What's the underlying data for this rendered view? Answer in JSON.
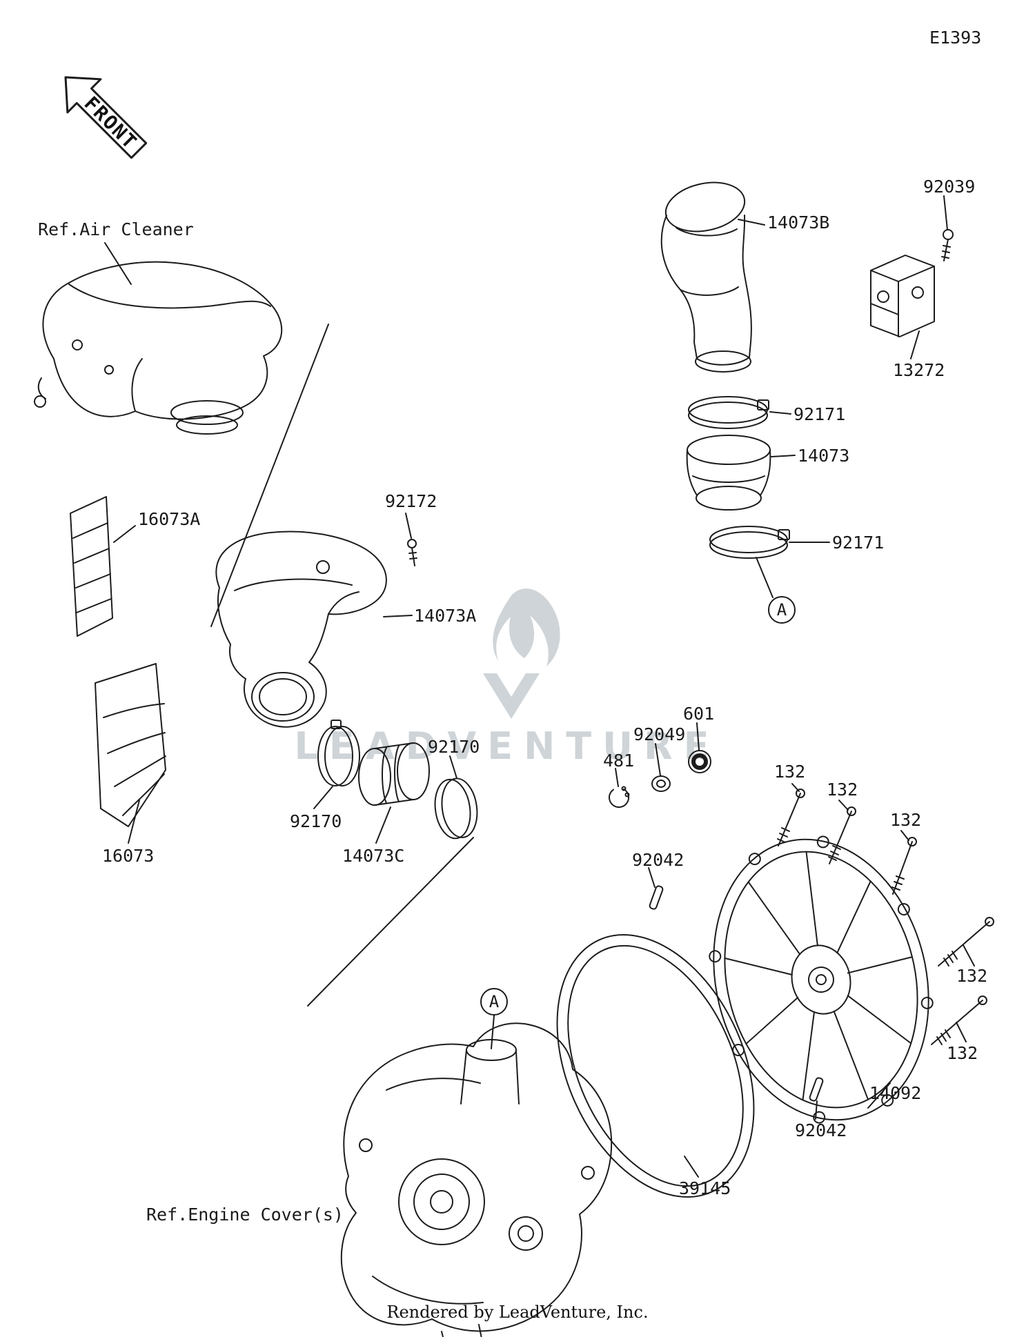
{
  "page": {
    "diagram_code": "E1393",
    "front_label": "FRONT",
    "footer": "Rendered by LeadVenture, Inc.",
    "watermark_text": "LEADVENTURE"
  },
  "references": {
    "air_cleaner": "Ref.Air Cleaner",
    "engine_cover": "Ref.Engine Cover(s)"
  },
  "assembly_marks": {
    "a1": "A",
    "a2": "A"
  },
  "style": {
    "line_color": "#1c1c1c",
    "text_color": "#1a1a1a",
    "watermark_color": "#ced4d7",
    "background": "#ffffff"
  },
  "callouts": [
    {
      "label": "92039"
    },
    {
      "label": "14073B"
    },
    {
      "label": "13272"
    },
    {
      "label": "92171"
    },
    {
      "label": "14073"
    },
    {
      "label": "92171"
    },
    {
      "label": "92172"
    },
    {
      "label": "16073A"
    },
    {
      "label": "14073A"
    },
    {
      "label": "92170"
    },
    {
      "label": "92170"
    },
    {
      "label": "14073C"
    },
    {
      "label": "16073"
    },
    {
      "label": "481"
    },
    {
      "label": "92049"
    },
    {
      "label": "601"
    },
    {
      "label": "132"
    },
    {
      "label": "132"
    },
    {
      "label": "132"
    },
    {
      "label": "132"
    },
    {
      "label": "132"
    },
    {
      "label": "92042"
    },
    {
      "label": "14092"
    },
    {
      "label": "92042"
    },
    {
      "label": "39145"
    }
  ]
}
